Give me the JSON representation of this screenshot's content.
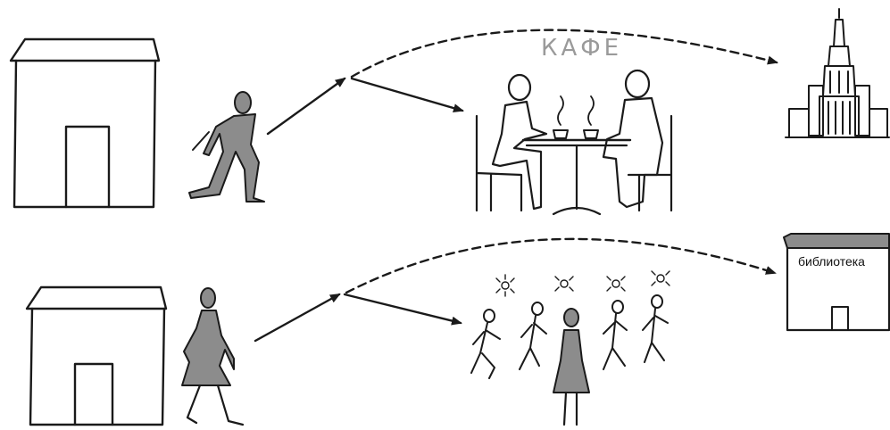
{
  "labels": {
    "cafe": "КАФЕ",
    "library": "библиотека"
  },
  "colors": {
    "ink": "#1a1a1a",
    "figure_fill": "#8c8c8c",
    "cafe_text": "#9a9a9a"
  },
  "icons": [
    "house",
    "walking-man",
    "walking-woman",
    "cafe-couple",
    "dancing-crowd",
    "university-tower",
    "library-building"
  ]
}
